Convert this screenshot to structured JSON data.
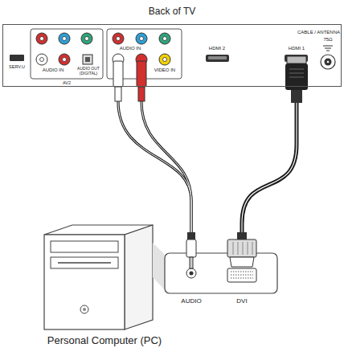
{
  "diagram": {
    "nodes": [
      {
        "text": [
          "Back of TV"
        ]
      },
      {
        "text": [
          "AUDIO IN"
        ],
        "in": 0
      },
      {
        "text": [
          "HDMI 1"
        ],
        "in": 0
      },
      {
        "text": [
          "Personal Computer (PC)"
        ]
      },
      {
        "text": [
          "AUDIO"
        ]
      },
      {
        "text": [
          "DVI"
        ]
      }
    ],
    "edges": [
      {
        "from": 1,
        "to": 4,
        "arrow": "none"
      },
      {
        "from": 2,
        "to": 5,
        "arrow": "none"
      }
    ],
    "labels": [
      "SERV.U",
      "AUDIO IN",
      "AUDIO OUT (DIGITAL)",
      "AV2",
      "VIDEO IN",
      "HDMI 2",
      "CABLE / ANTENNA",
      "75Ω"
    ]
  }
}
